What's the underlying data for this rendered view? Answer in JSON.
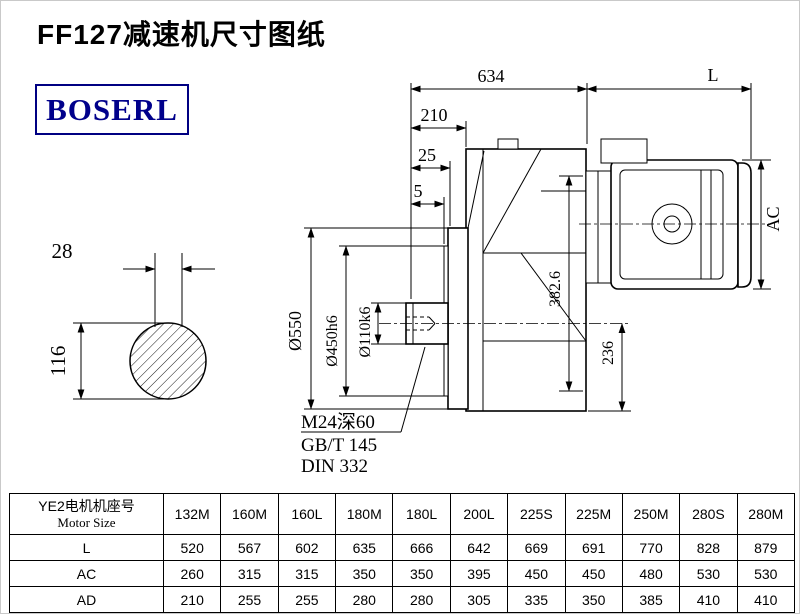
{
  "page": {
    "title": "FF127减速机尺寸图纸",
    "brand": "BOSERL"
  },
  "drawing": {
    "dims": {
      "top_width": "634",
      "motor_length": "L",
      "d210": "210",
      "d25": "25",
      "d5": "5",
      "ac": "AC",
      "flange_dia": "Ø550",
      "spigot_dia": "Ø450h6",
      "shaft_dia": "Ø110k6",
      "d382": "382.6",
      "d236": "236",
      "key_width": "28",
      "shaft_section_height": "116"
    },
    "notes": {
      "tap": "M24深60",
      "std1": "GB/T 145",
      "std2": "DIN 332"
    }
  },
  "table": {
    "corner_cn": "YE2电机机座号",
    "corner_en": "Motor Size",
    "sizes": [
      "132M",
      "160M",
      "160L",
      "180M",
      "180L",
      "200L",
      "225S",
      "225M",
      "250M",
      "280S",
      "280M"
    ],
    "rows": [
      {
        "label": "L",
        "values": [
          "520",
          "567",
          "602",
          "635",
          "666",
          "642",
          "669",
          "691",
          "770",
          "828",
          "879"
        ]
      },
      {
        "label": "AC",
        "values": [
          "260",
          "315",
          "315",
          "350",
          "350",
          "395",
          "450",
          "450",
          "480",
          "530",
          "530"
        ]
      },
      {
        "label": "AD",
        "values": [
          "210",
          "255",
          "255",
          "280",
          "280",
          "305",
          "335",
          "350",
          "385",
          "410",
          "410"
        ]
      }
    ]
  }
}
